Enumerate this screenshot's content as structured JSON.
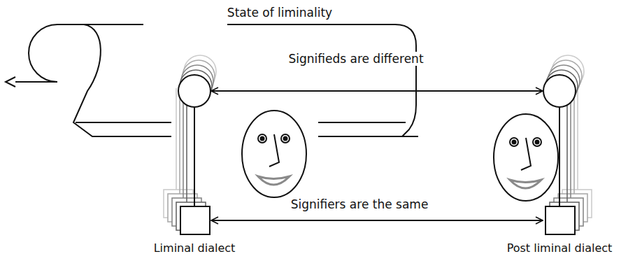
{
  "diagram": {
    "nodes": [
      {
        "text": [
          "Liminal dialect"
        ]
      },
      {
        "text": [
          "Post liminal dialect"
        ]
      }
    ],
    "edges": [
      {
        "from": 0,
        "to": 1,
        "arrow": "both",
        "label": "Signifieds are different"
      },
      {
        "from": 0,
        "to": 1,
        "arrow": "both",
        "label": "Signifiers are the same"
      }
    ],
    "labels": [
      "State of liminality"
    ]
  }
}
